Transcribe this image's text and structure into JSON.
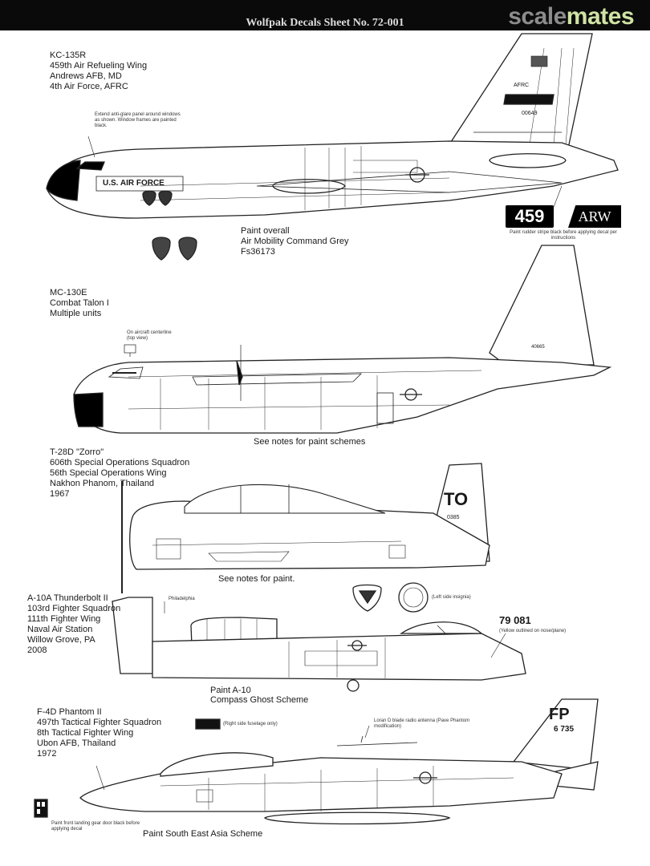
{
  "header": {
    "sheet_title": "Wolfpak Decals Sheet No. 72-001",
    "brand_part1": "scale",
    "brand_part2": "mates"
  },
  "aircraft": [
    {
      "designation": "KC-135R",
      "lines": [
        "459th Air Refueling Wing",
        "Andrews AFB, MD",
        "4th Air Force, AFRC"
      ],
      "fuselage_text": "U.S. AIR FORCE",
      "tail_serial": "00649",
      "tail_text": "AFRC",
      "callout": "Extend anti-glare panel around windows as shown. Window frames are painted black.",
      "paint_lines": [
        "Paint overall",
        "Air Mobility Command Grey",
        "Fs36173"
      ],
      "unit_badge_number": "459",
      "unit_badge_letters": "ARW",
      "badge_note": "Paint rudder stripe black before applying decal per instructions"
    },
    {
      "designation": "MC-130E",
      "lines": [
        "Combat Talon I",
        "Multiple units"
      ],
      "callout": "On aircraft centerline (top view)",
      "tail_serial": "40665",
      "paint_note": "See notes for paint schemes"
    },
    {
      "designation": "T-28D \"Zorro\"",
      "lines": [
        "606th Special Operations Squadron",
        "56th Special Operations Wing",
        "Nakhon Phanom, Thailand",
        "1967"
      ],
      "tail_code": "TO",
      "tail_serial": "0385",
      "paint_note": "See notes for paint."
    },
    {
      "designation": "A-10A Thunderbolt II",
      "lines": [
        "103rd Fighter Squadron",
        "111th Fighter Wing",
        "Naval Air Station",
        "Willow Grove, PA",
        "2008"
      ],
      "callout_top": "Philadelphia",
      "serial": "79 081",
      "serial_note": "(Yellow outlined on nose/plane)",
      "insignia_note": "(Left side insignia)",
      "paint_lines": [
        "Paint A-10",
        "Compass Ghost Scheme"
      ]
    },
    {
      "designation": "F-4D Phantom II",
      "lines": [
        "497th Tactical Fighter Squadron",
        "8th Tactical Fighter Wing",
        "Ubon AFB, Thailand",
        "1972"
      ],
      "tail_code": "FP",
      "tail_serial": "6 735",
      "callout_stripe": "(Right side fuselage only)",
      "callout_antenna": "Loran D blade radio antenna (Pave Phantom modification)",
      "callout_nose": "Paint front landing gear door black before applying decal",
      "paint_note": "Paint South East Asia Scheme"
    }
  ]
}
